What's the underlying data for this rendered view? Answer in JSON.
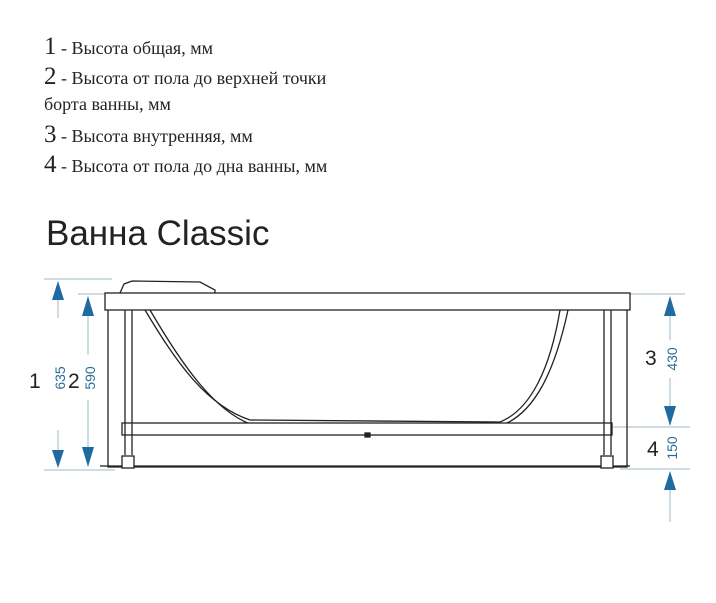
{
  "legend": [
    {
      "num": "1",
      "text": " - Высота общая, мм"
    },
    {
      "num": "2",
      "text": " - Высота от пола до верхней точки"
    },
    {
      "num": "",
      "text": "борта ванны, мм"
    },
    {
      "num": "3",
      "text": " - Высота внутренняя, мм"
    },
    {
      "num": "4",
      "text": " - Высота от пола до дна ванны, мм"
    }
  ],
  "title": "Ванна Classic",
  "dimensions": [
    {
      "label": "1",
      "value": "635"
    },
    {
      "label": "2",
      "value": "590"
    },
    {
      "label": "3",
      "value": "430"
    },
    {
      "label": "4",
      "value": "150"
    }
  ],
  "colors": {
    "arrow": "#1f6aa0",
    "line": "#9fb8c8",
    "outline": "#222222"
  }
}
